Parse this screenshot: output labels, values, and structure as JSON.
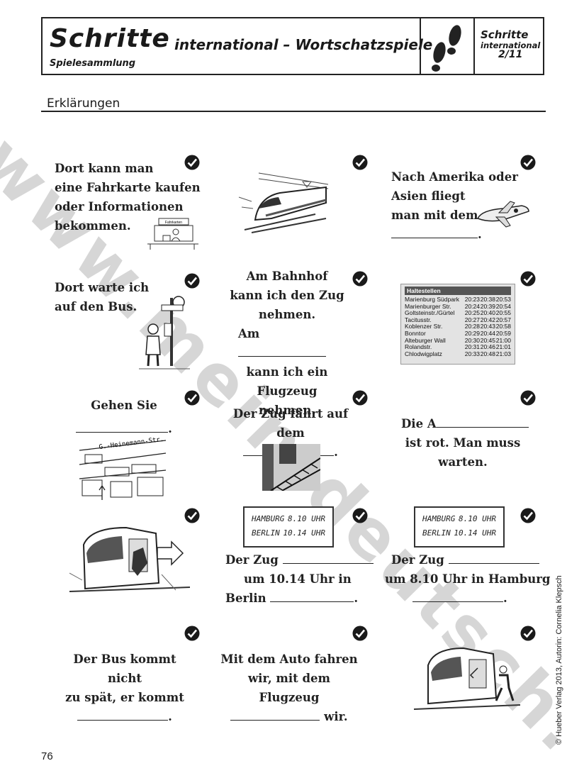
{
  "header": {
    "brand": "Schritte",
    "subtitle": "international – Wortschatzspiele",
    "collection": "Spielesammlung",
    "side_line1": "Schritte",
    "side_line2": "international",
    "side_line3": "2/11"
  },
  "section_title": "Erklärungen",
  "watermark": "www.mein-deutsch.cz",
  "cards": {
    "c1": [
      "Dort kann man",
      "eine Fahrkarte kaufen",
      "oder Informationen",
      "bekommen."
    ],
    "c3": [
      "Nach Amerika oder",
      "Asien fliegt",
      "man mit dem"
    ],
    "c4": [
      "Dort warte ich",
      "auf den Bus."
    ],
    "c5": [
      "Am Bahnhof",
      "kann ich den Zug",
      "nehmen.",
      "Am",
      "kann ich ein Flugzeug",
      "nehmen."
    ],
    "c7": [
      "Gehen Sie"
    ],
    "c8": [
      "Der Zug fährt auf dem"
    ],
    "c9": [
      "Die A",
      "ist rot. Man muss",
      "warten."
    ],
    "c11": [
      "Der Zug",
      "um 10.14 Uhr in",
      "Berlin"
    ],
    "c12": [
      "Der Zug",
      "um 8.10 Uhr in Hamburg"
    ],
    "c13": [
      "Der Bus kommt nicht",
      "zu spät, er kommt"
    ],
    "c14": [
      "Mit dem Auto fahren",
      "wir, mit dem Flugzeug",
      "wir."
    ]
  },
  "schedule": {
    "title": "Haltestellen",
    "rows": [
      [
        "Marienburg Südpark",
        "20:23",
        "20:38",
        "20:53"
      ],
      [
        "Marienburger Str.",
        "20:24",
        "20:39",
        "20:54"
      ],
      [
        "Goltsteinstr./Gürtel",
        "20:25",
        "20:40",
        "20:55"
      ],
      [
        "Tacitusstr.",
        "20:27",
        "20:42",
        "20:57"
      ],
      [
        "Koblenzer Str.",
        "20:28",
        "20:43",
        "20:58"
      ],
      [
        "Bonntor",
        "20:29",
        "20:44",
        "20:59"
      ],
      [
        "Alteburger Wall",
        "20:30",
        "20:45",
        "21:00"
      ],
      [
        "Rolandstr.",
        "20:31",
        "20:46",
        "21:01"
      ],
      [
        "Chlodwigplatz",
        "20:33",
        "20:48",
        "21:03"
      ]
    ]
  },
  "map_street": "G.-Heinemann-Str.",
  "ticket_sign": "Fahrkarten",
  "boards": {
    "left": {
      "city1": "HAMBURG",
      "time1": "8.10 UHR",
      "city2": "BERLIN",
      "time2": "10.14 UHR"
    },
    "right": {
      "city1": "HAMBURG",
      "time1": "8.10 UHR",
      "city2": "BERLIN",
      "time2": "10.14 UHR"
    }
  },
  "page_number": "76",
  "copyright": "© Hueber Verlag 2013, Autorin: Cornelia Klepsch"
}
